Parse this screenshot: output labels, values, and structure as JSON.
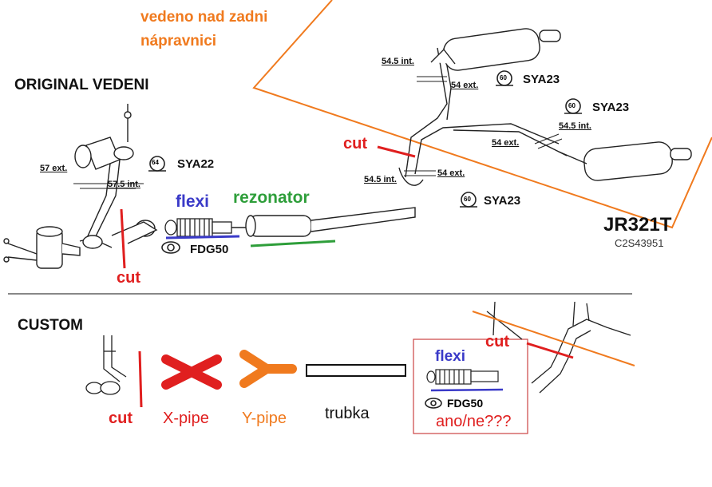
{
  "colors": {
    "orange": "#f07a1e",
    "red": "#e01f1f",
    "blue": "#3a3ac8",
    "green": "#2e9e3a",
    "black": "#111111",
    "gray": "#9a9a9a"
  },
  "headings": {
    "original": "ORIGINAL VEDENI",
    "custom": "CUSTOM"
  },
  "annotation_top": [
    "vedeno nad zadni",
    "nápravnici"
  ],
  "catalog": {
    "number": "JR321T",
    "code": "C2S43951"
  },
  "parts": {
    "sya22": "SYA22",
    "sya23_a": "SYA23",
    "sya23_b": "SYA23",
    "sya23_c": "SYA23",
    "fdg50": "FDG50",
    "fdg50_custom": "FDG50"
  },
  "gaskets": {
    "sya22_size": "64",
    "sya23_a_size": "60",
    "sya23_b_size": "60",
    "sya23_c_size": "60"
  },
  "dimensions": {
    "d57ext": "57 ext.",
    "d575int": "57.5 int.",
    "d545int_a": "54.5 int.",
    "d54ext_a": "54 ext.",
    "d545int_b": "54.5 int.",
    "d54ext_b": "54 ext.",
    "d545int_c": "54.5 int.",
    "d54ext_c": "54 ext."
  },
  "labels": {
    "flexi": "flexi",
    "rezonator": "rezonator",
    "cut_left": "cut",
    "cut_mid": "cut",
    "cut_custom_left": "cut",
    "cut_custom_right": "cut",
    "xpipe": "X-pipe",
    "ypipe": "Y-pipe",
    "trubka": "trubka",
    "flexi_custom": "flexi",
    "question": "ano/ne???"
  },
  "icons": [
    "gasket-icon",
    "x-pipe-icon",
    "y-pipe-icon",
    "tube-icon",
    "flex-pipe-icon",
    "muffler-icon"
  ]
}
